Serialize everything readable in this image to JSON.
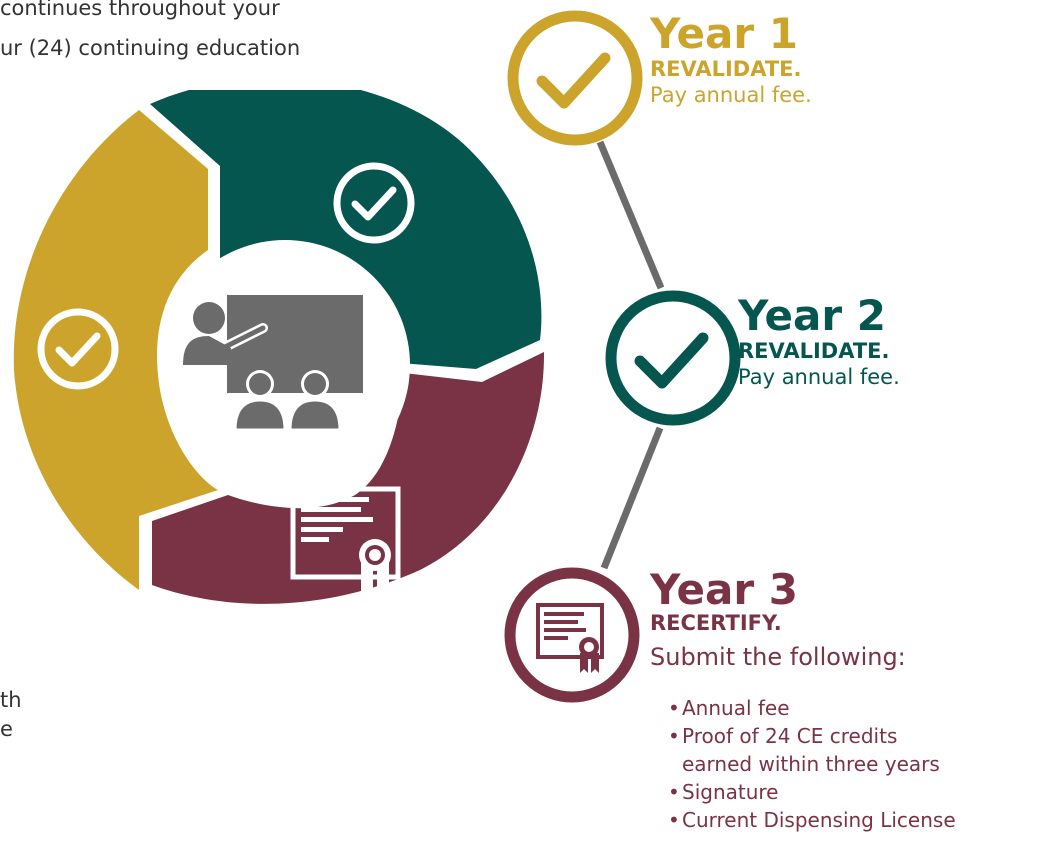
{
  "intro": {
    "line1": "continues throughout your",
    "line2": "ur (24) continuing education"
  },
  "outro": {
    "line1": "th",
    "line2": "e"
  },
  "colors": {
    "gold": "#cca42c",
    "teal": "#04564f",
    "maroon": "#7a3344",
    "gray": "#6b6b6b"
  },
  "cycle": {
    "segments": [
      {
        "name": "year-1",
        "color": "#cca42c",
        "icon": "check-icon"
      },
      {
        "name": "year-2",
        "color": "#04564f",
        "icon": "check-icon"
      },
      {
        "name": "year-3",
        "color": "#7a3344",
        "icon": "certificate-icon"
      }
    ],
    "center_icon": "classroom-icon"
  },
  "years": [
    {
      "title": "Year 1",
      "action": "REVALIDATE.",
      "subtitle": "Pay annual fee.",
      "color": "#cca42c",
      "icon": "check-icon"
    },
    {
      "title": "Year 2",
      "action": "REVALIDATE.",
      "subtitle": "Pay annual fee.",
      "color": "#04564f",
      "icon": "check-icon"
    },
    {
      "title": "Year 3",
      "action": "RECERTIFY.",
      "subtitle": "Submit the following:",
      "color": "#7a3344",
      "icon": "certificate-icon",
      "requirements": [
        "Annual fee",
        "Proof of 24 CE credits",
        "earned within three years",
        "Signature",
        "Current Dispensing License"
      ]
    }
  ]
}
